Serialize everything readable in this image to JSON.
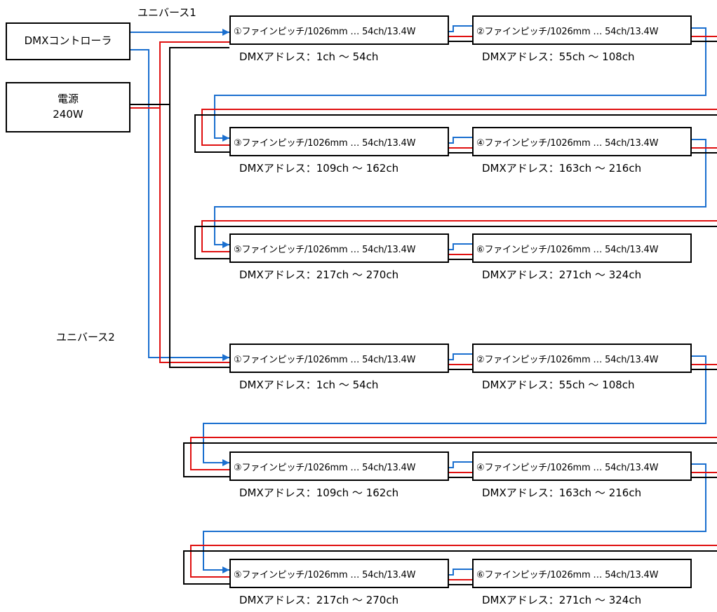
{
  "controller": {
    "label": "DMXコントローラ"
  },
  "power": {
    "label": "電源",
    "watt": "240W"
  },
  "colors": {
    "data": "#1a6fcf",
    "power_pos": "#e01010",
    "power_neg": "#000000"
  },
  "universes": [
    {
      "label": "ユニバース1",
      "fixtures": [
        {
          "label": "①ファインピッチ/1026mm … 54ch/13.4W",
          "address": "DMXアドレス：1ch 〜 54ch"
        },
        {
          "label": "②ファインピッチ/1026mm … 54ch/13.4W",
          "address": "DMXアドレス：55ch 〜 108ch"
        },
        {
          "label": "③ファインピッチ/1026mm … 54ch/13.4W",
          "address": "DMXアドレス：109ch 〜 162ch"
        },
        {
          "label": "④ファインピッチ/1026mm … 54ch/13.4W",
          "address": "DMXアドレス：163ch 〜 216ch"
        },
        {
          "label": "⑤ファインピッチ/1026mm … 54ch/13.4W",
          "address": "DMXアドレス：217ch 〜 270ch"
        },
        {
          "label": "⑥ファインピッチ/1026mm … 54ch/13.4W",
          "address": "DMXアドレス：271ch 〜 324ch"
        }
      ]
    },
    {
      "label": "ユニバース2",
      "fixtures": [
        {
          "label": "①ファインピッチ/1026mm … 54ch/13.4W",
          "address": "DMXアドレス：1ch 〜 54ch"
        },
        {
          "label": "②ファインピッチ/1026mm … 54ch/13.4W",
          "address": "DMXアドレス：55ch 〜 108ch"
        },
        {
          "label": "③ファインピッチ/1026mm … 54ch/13.4W",
          "address": "DMXアドレス：109ch 〜 162ch"
        },
        {
          "label": "④ファインピッチ/1026mm … 54ch/13.4W",
          "address": "DMXアドレス：163ch 〜 216ch"
        },
        {
          "label": "⑤ファインピッチ/1026mm … 54ch/13.4W",
          "address": "DMXアドレス：217ch 〜 270ch"
        },
        {
          "label": "⑥ファインピッチ/1026mm … 54ch/13.4W",
          "address": "DMXアドレス：271ch 〜 324ch"
        }
      ]
    }
  ]
}
